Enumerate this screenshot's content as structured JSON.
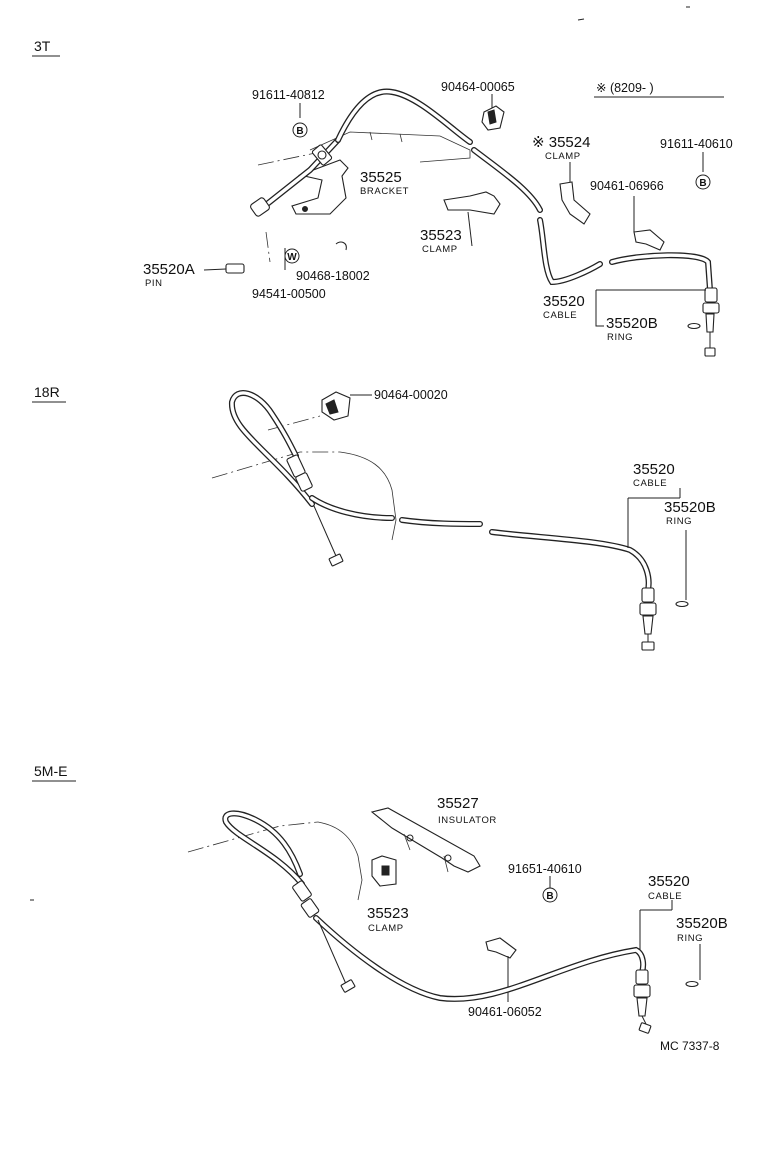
{
  "diagram": {
    "reference": "MC 7337-8",
    "sections": {
      "t3": {
        "title": "3T",
        "note": "※ (8209-          )",
        "labels": {
          "p91611_40812": "91611-40812",
          "p90464_00065": "90464-00065",
          "p35524": "※ 35524",
          "p35524_sub": "CLAMP",
          "p91611_40610": "91611-40610",
          "p35525": "35525",
          "p35525_sub": "BRACKET",
          "p90461_06966": "90461-06966",
          "p35523": "35523",
          "p35523_sub": "CLAMP",
          "p35520A": "35520A",
          "p35520A_sub": "PIN",
          "p90468_18002": "90468-18002",
          "p94541_00500": "94541-00500",
          "p35520": "35520",
          "p35520_sub": "CABLE",
          "p35520B": "35520B",
          "p35520B_sub": "RING",
          "mark_b1": "B",
          "mark_b2": "B",
          "mark_w": "W"
        }
      },
      "r18": {
        "title": "18R",
        "labels": {
          "p90464_00020": "90464-00020",
          "p35520": "35520",
          "p35520_sub": "CABLE",
          "p35520B": "35520B",
          "p35520B_sub": "RING"
        }
      },
      "m5e": {
        "title": "5M-E",
        "labels": {
          "p35527": "35527",
          "p35527_sub": "INSULATOR",
          "p91651_40610": "91651-40610",
          "p35520": "35520",
          "p35520_sub": "CABLE",
          "p35523": "35523",
          "p35523_sub": "CLAMP",
          "p35520B": "35520B",
          "p35520B_sub": "RING",
          "p90461_06052": "90461-06052",
          "mark_b": "B"
        }
      }
    }
  }
}
